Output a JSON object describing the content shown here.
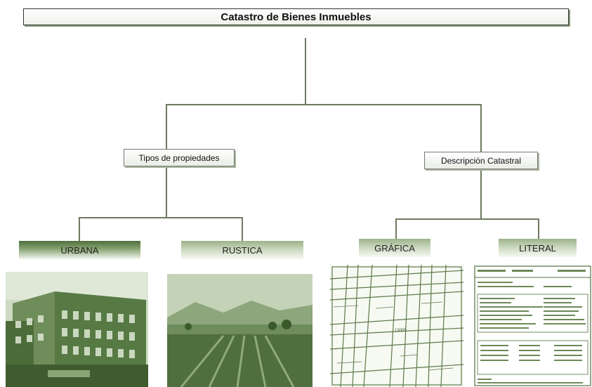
{
  "title": "Catastro de Bienes Inmuebles",
  "branches": [
    {
      "label": "Tipos de propiedades",
      "children": [
        "URBANA",
        "RUSTICA"
      ]
    },
    {
      "label": "Descripción Catastral",
      "children": [
        "GRÁFICA",
        "LITERAL"
      ]
    }
  ],
  "images": {
    "urbana": "urban-building-photo",
    "rustica": "rural-vineyard-photo",
    "grafica": "cadastral-map-drawing",
    "literal": "cadastral-record-document"
  },
  "map_labels": [
    "13005"
  ],
  "colors": {
    "tint": "#4e6f3c",
    "line": "#6d7a5e"
  }
}
